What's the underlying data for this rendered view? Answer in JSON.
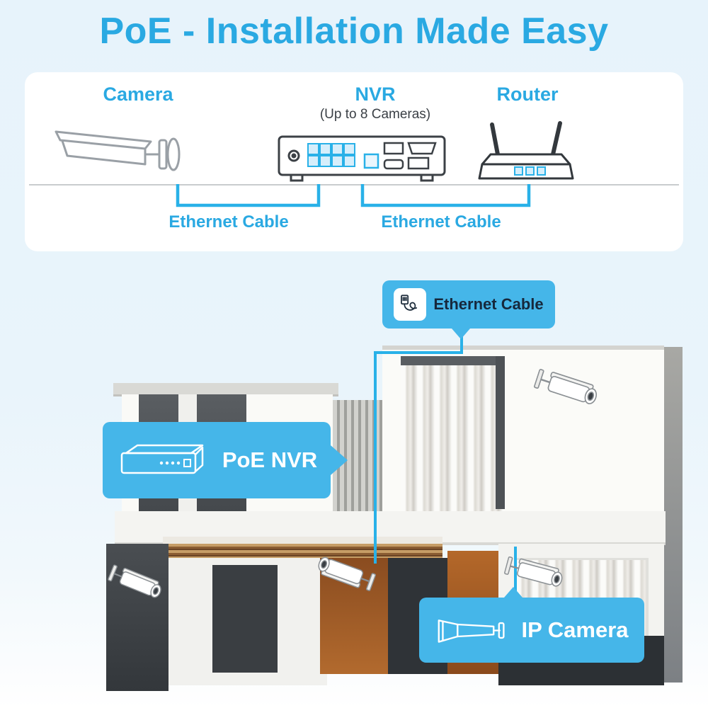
{
  "title": "PoE - Installation Made Easy",
  "colors": {
    "title_blue": "#2aa9e2",
    "line_blue": "#29b1e8",
    "callout_blue": "#45b6e9",
    "panel_bg": "#ffffff",
    "page_bg": "#e8f3fb",
    "callout_text_dark": "#16283c"
  },
  "panel": {
    "camera_label": "Camera",
    "nvr_label": "NVR",
    "nvr_sublabel": "(Up to 8 Cameras)",
    "router_label": "Router",
    "cable_left_label": "Ethernet Cable",
    "cable_right_label": "Ethernet Cable",
    "icons": {
      "camera": "poe-bullet-camera-outline-icon",
      "nvr": "nvr-front-panel-outline-icon",
      "router": "wifi-router-outline-icon"
    }
  },
  "callouts": {
    "ethernet": {
      "label": "Ethernet Cable",
      "icon": "ethernet-cable-icon"
    },
    "nvr": {
      "label": "PoE NVR",
      "icon": "poe-nvr-icon"
    },
    "camera": {
      "label": "IP Camera",
      "icon": "ip-camera-icon"
    }
  },
  "scene": {
    "description": "modern-house-with-poe-cameras-illustration",
    "camera_markers": [
      "upper-right-wall",
      "lower-left-wall",
      "under-pergola-center",
      "lower-right-wall"
    ]
  }
}
